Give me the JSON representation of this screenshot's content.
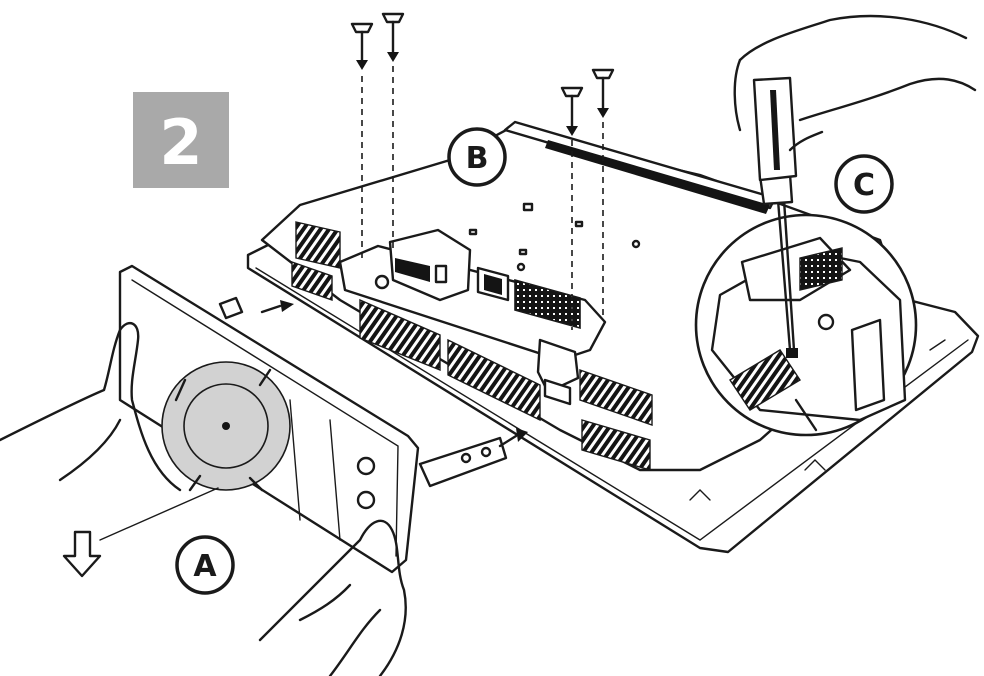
{
  "step": {
    "number": "2",
    "badge_color": "#a9a9a9"
  },
  "callouts": [
    {
      "id": "A",
      "label": "A"
    },
    {
      "id": "B",
      "label": "B"
    },
    {
      "id": "C",
      "label": "C"
    }
  ],
  "colors": {
    "line": "#1a1a1a",
    "hatch": "#141414",
    "disc": "#d2d2d2",
    "background": "#ffffff"
  }
}
